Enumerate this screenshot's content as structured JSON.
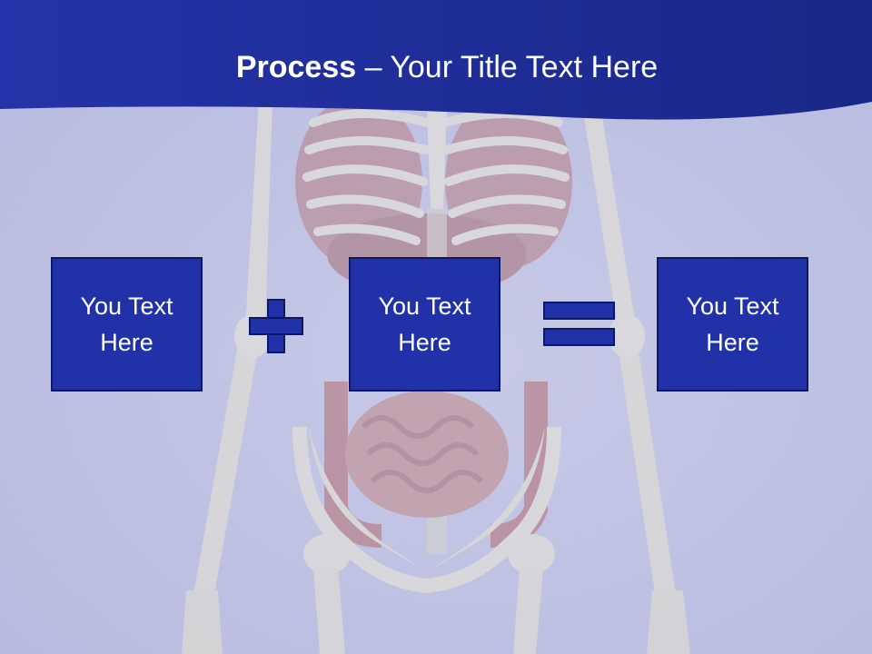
{
  "title": {
    "bold": "Process",
    "rest": " – Your Title Text Here"
  },
  "process": {
    "boxes": [
      "You Text Here",
      "You Text Here",
      "You Text Here"
    ],
    "operators": [
      "plus",
      "equals"
    ]
  },
  "background": {
    "image": "skeleton-torso-anatomy"
  },
  "colors": {
    "header": "#1f2d9a",
    "box": "#2132a8",
    "box_border": "#0c1866",
    "background": "#c3c6e4"
  }
}
